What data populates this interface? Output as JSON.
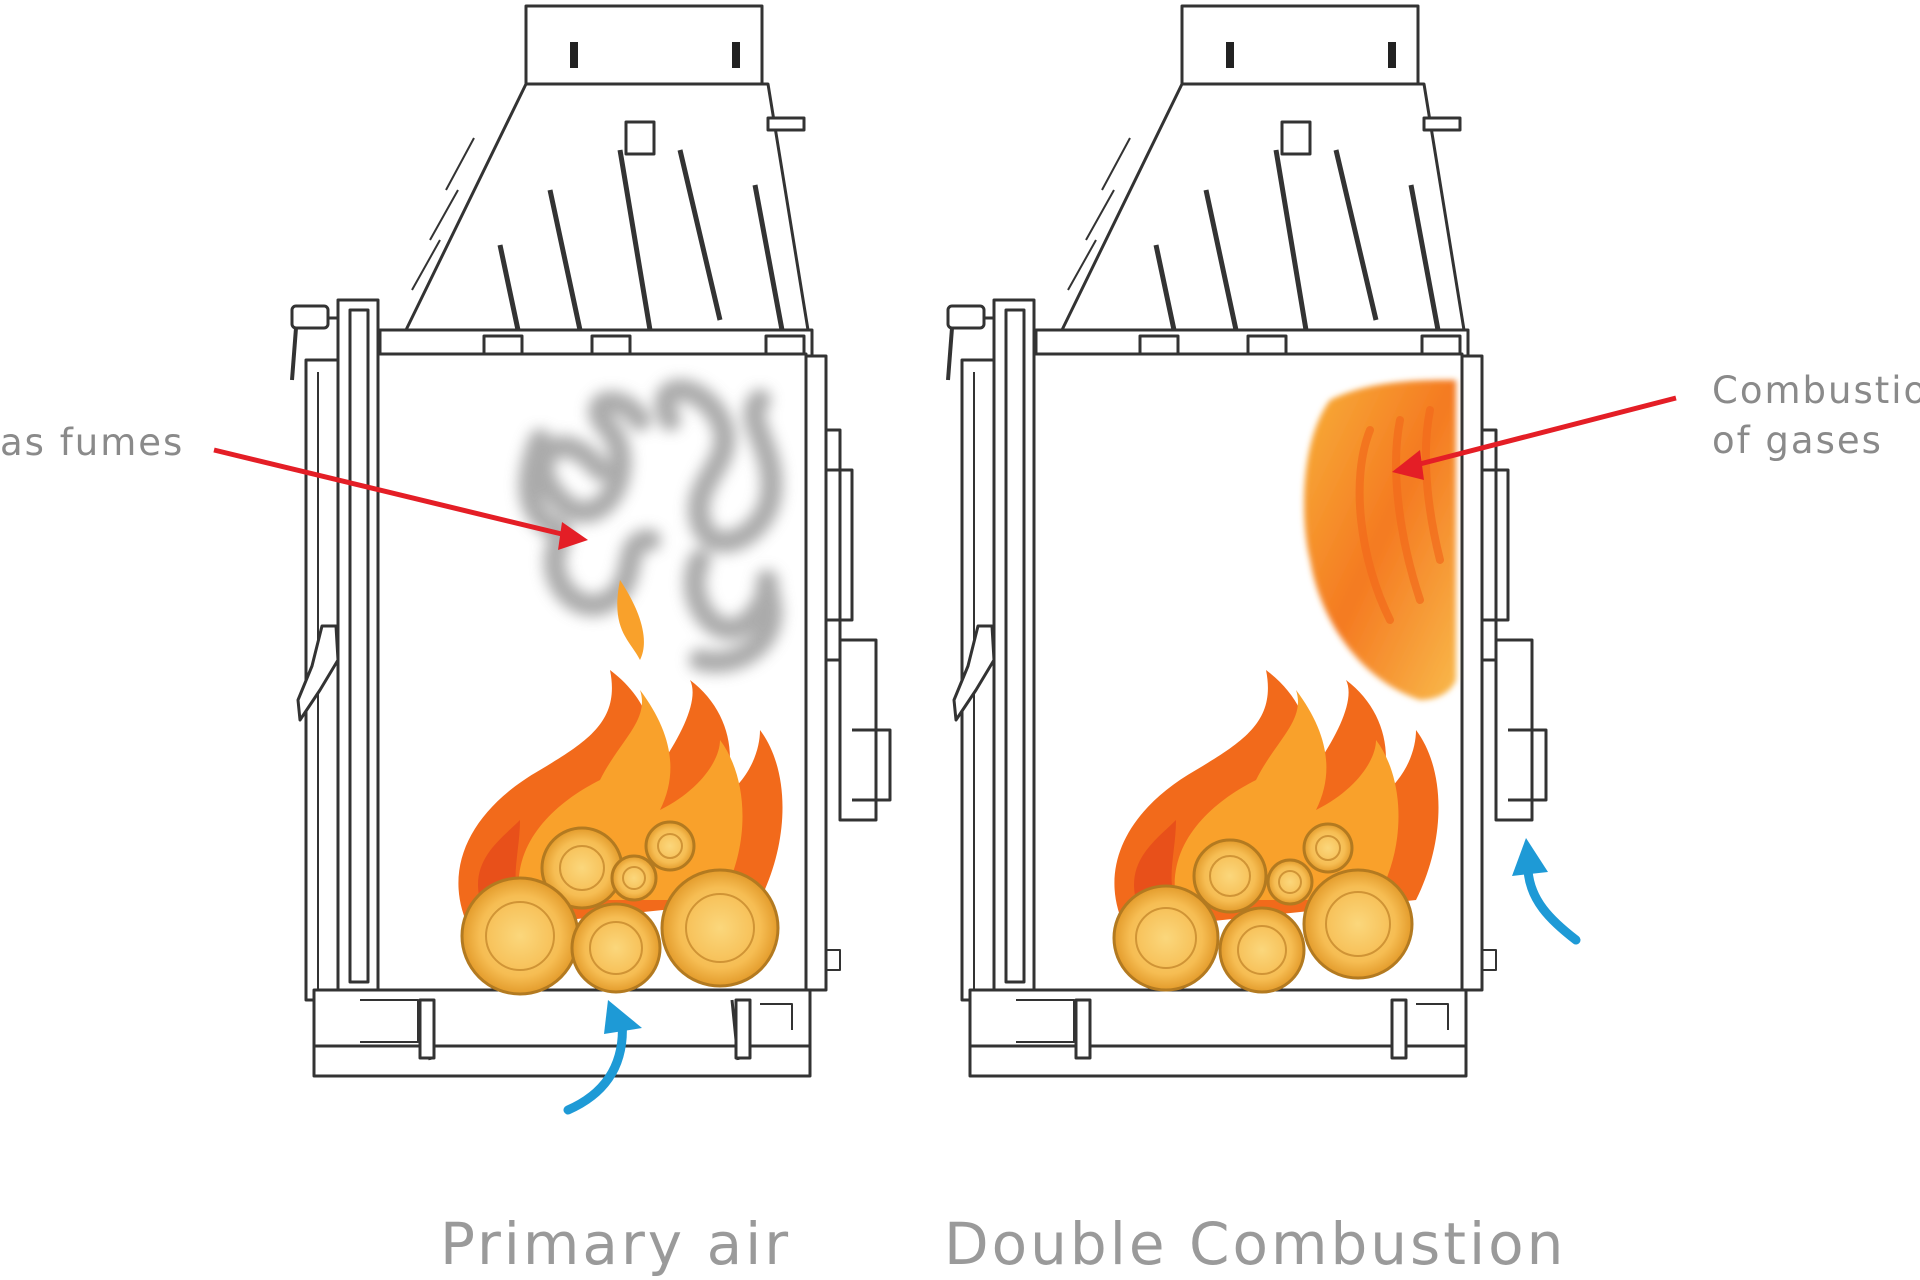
{
  "labels": {
    "left": "as fumes",
    "right_line1": "Combustio",
    "right_line2": "of gases"
  },
  "captions": {
    "left": "Primary air",
    "right": "Double Combustion"
  },
  "colors": {
    "outline": "#333333",
    "arrow_red": "#e41e26",
    "arrow_blue": "#1e9ad6",
    "flame_outer": "#f26a1b",
    "flame_inner": "#f9a12b",
    "log_face": "#f7c15b",
    "log_ring": "#c7892d",
    "smoke": "#8f8f8f",
    "text": "#8a8a8a"
  }
}
